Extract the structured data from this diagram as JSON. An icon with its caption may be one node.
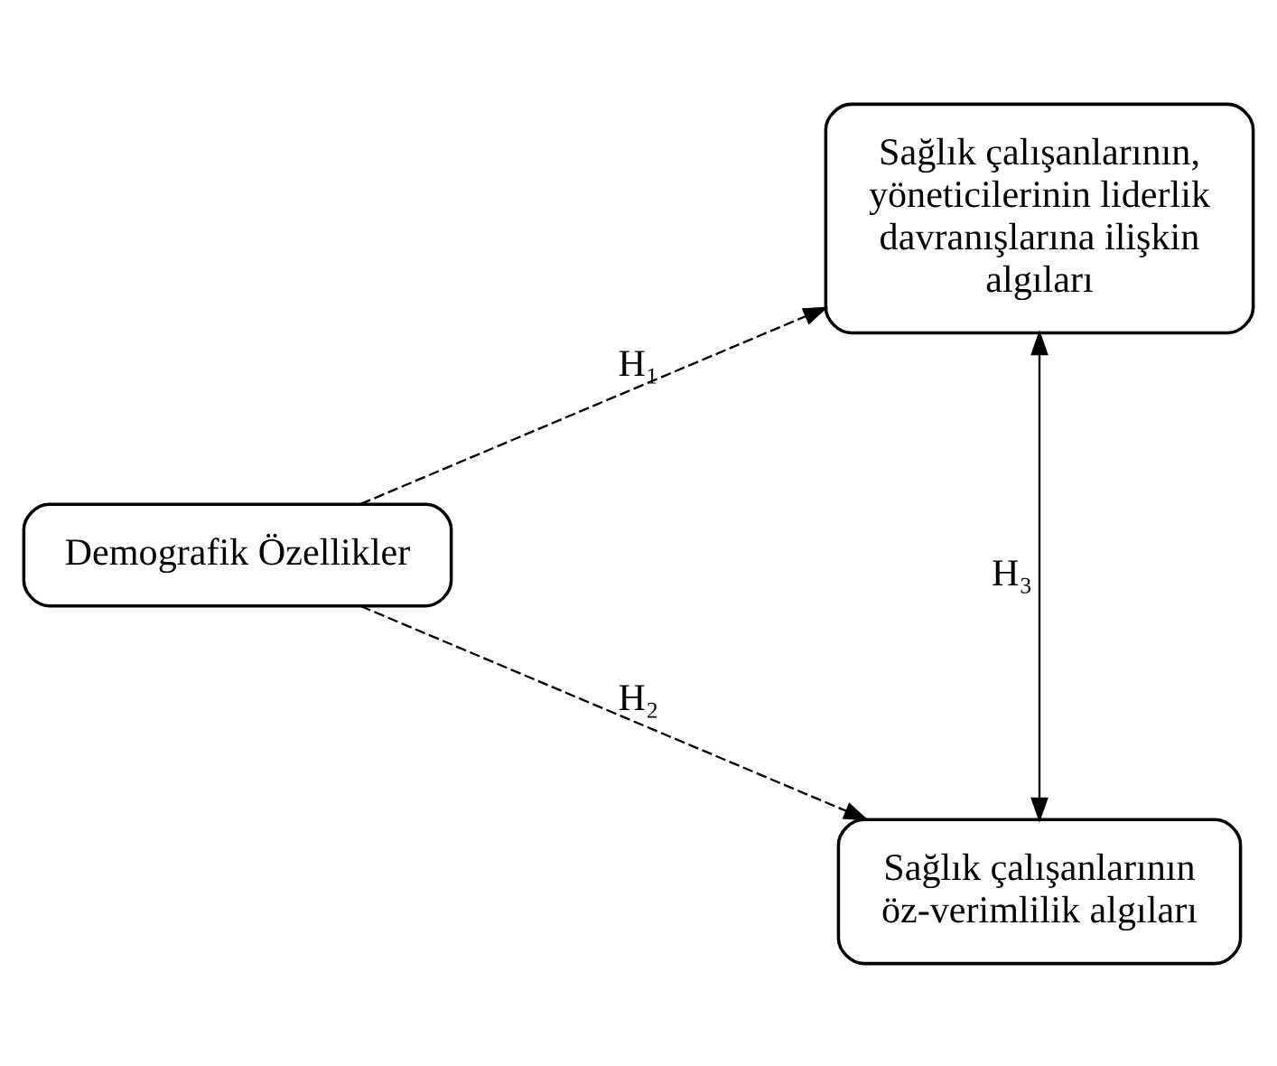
{
  "diagram": {
    "nodes": [
      {
        "text": [
          "Sağlık çalışanlarının, yöneticilerinin liderlik davranışlarına ilişkin algıları"
        ]
      },
      {
        "text": [
          "Demografik Özellikler"
        ]
      },
      {
        "text": [
          "Sağlık çalışanlarının öz-verimlilik algıları"
        ]
      }
    ],
    "edges": [
      {
        "from": 1,
        "to": 0,
        "arrow": "to",
        "style": "dashed",
        "label": "H₁"
      },
      {
        "from": 1,
        "to": 2,
        "arrow": "to",
        "style": "dashed",
        "label": "H₂"
      },
      {
        "from": 0,
        "to": 2,
        "arrow": "both",
        "label": "H₃"
      }
    ]
  }
}
